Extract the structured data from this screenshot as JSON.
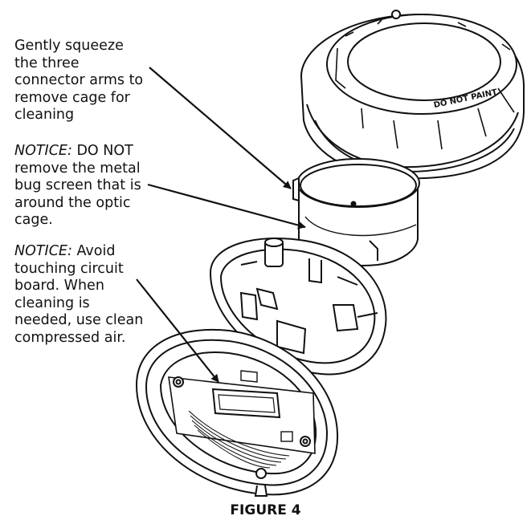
{
  "notes": {
    "squeeze": "Gently squeeze the three connector arms to remove cage for cleaning",
    "bug_screen": {
      "label": "NOTICE:",
      "text": " DO NOT remove the metal bug screen that is around the optic cage."
    },
    "circuit": {
      "label": "NOTICE:",
      "text": " Avoid touching circuit board. When cleaning is needed, use clean compressed air."
    }
  },
  "cover_label": "DO NOT PAINT",
  "figure_caption": "FIGURE 4"
}
